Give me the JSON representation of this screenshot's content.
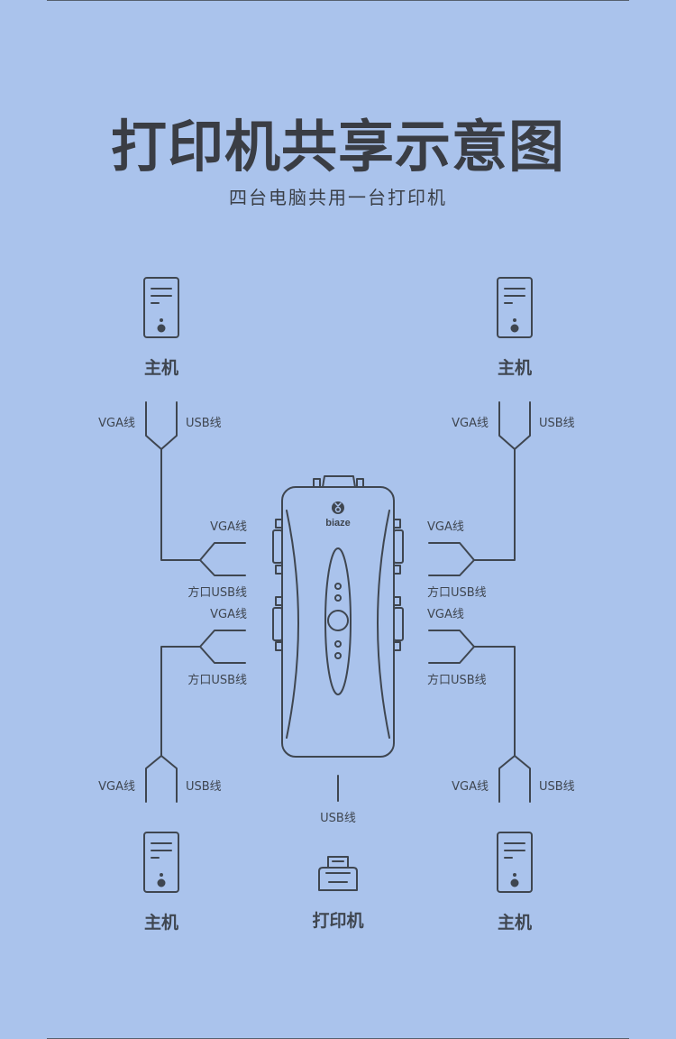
{
  "title": "打印机共享示意图",
  "subtitle": "四台电脑共用一台打印机",
  "hosts": {
    "top_left": "主机",
    "top_right": "主机",
    "bottom_left": "主机",
    "bottom_right": "主机"
  },
  "host_cables": {
    "vga": "VGA线",
    "usb": "USB线"
  },
  "switch_cables": {
    "vga": "VGA线",
    "square_usb": "方口USB线"
  },
  "switch_brand": "biaze",
  "printer_cable": "USB线",
  "printer_label": "打印机",
  "colors": {
    "background": "#aac3ec",
    "line": "#3f4650",
    "text": "#3a3f47"
  }
}
